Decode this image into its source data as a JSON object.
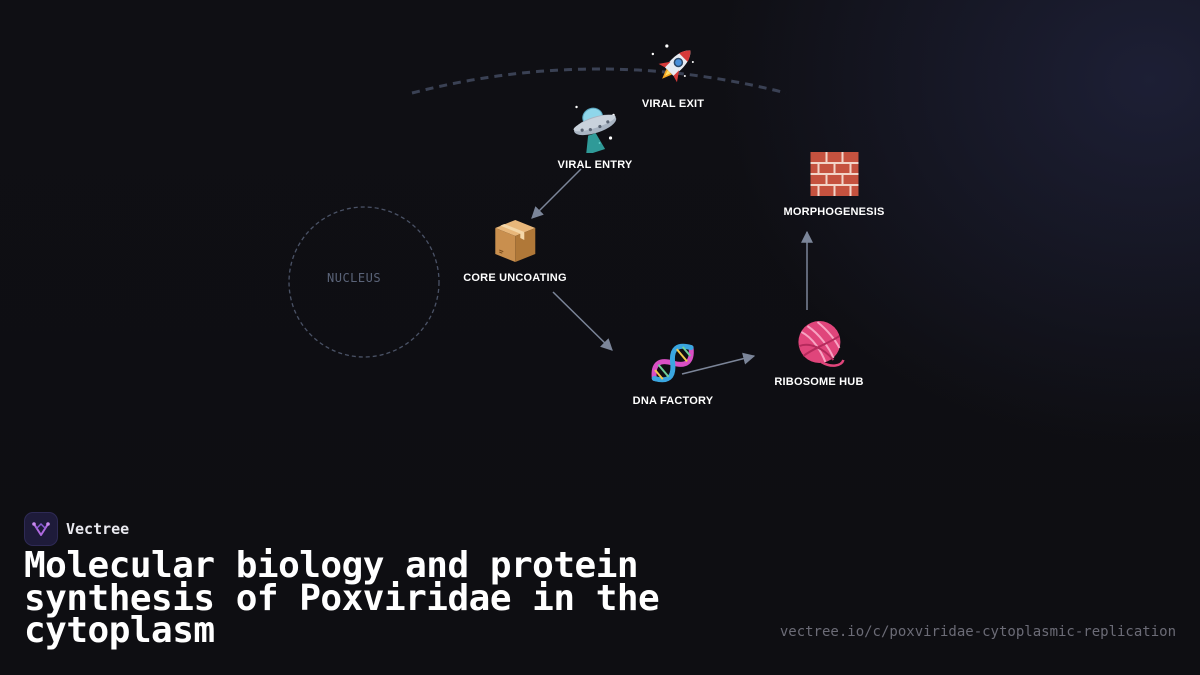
{
  "diagram": {
    "nucleus_label": "NUCLEUS",
    "nodes": [
      {
        "id": "viral-exit",
        "label": "VIRAL EXIT",
        "icon": "rocket-icon"
      },
      {
        "id": "viral-entry",
        "label": "VIRAL ENTRY",
        "icon": "flying-saucer-icon"
      },
      {
        "id": "core-uncoating",
        "label": "CORE UNCOATING",
        "icon": "package-icon"
      },
      {
        "id": "dna-factory",
        "label": "DNA FACTORY",
        "icon": "dna-icon"
      },
      {
        "id": "ribosome-hub",
        "label": "RIBOSOME HUB",
        "icon": "yarn-icon"
      },
      {
        "id": "morphogenesis",
        "label": "MORPHOGENESIS",
        "icon": "brick-icon"
      }
    ],
    "edges": [
      {
        "from": "viral-entry",
        "to": "core-uncoating"
      },
      {
        "from": "core-uncoating",
        "to": "dna-factory"
      },
      {
        "from": "dna-factory",
        "to": "ribosome-hub"
      },
      {
        "from": "ribosome-hub",
        "to": "morphogenesis"
      }
    ],
    "colors": {
      "edge": "#7b8599",
      "nucleus_outline": "#4a5266",
      "membrane": "#3a4154"
    }
  },
  "footer": {
    "brand_name": "Vectree",
    "title": "Molecular biology and protein synthesis of Poxviridae in the cytoplasm",
    "url": "vectree.io/c/poxviridae-cytoplasmic-replication"
  }
}
